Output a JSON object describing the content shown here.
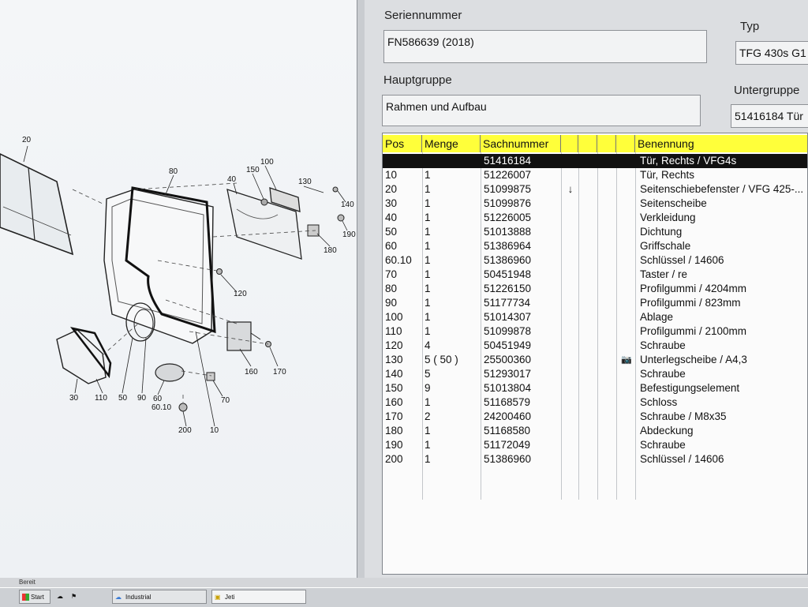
{
  "header": {
    "serial_label": "Seriennummer",
    "serial_value": "FN586639  (2018)",
    "type_label": "Typ",
    "type_value": "TFG 430s G1",
    "main_group_label": "Hauptgruppe",
    "main_group_value": "Rahmen und Aufbau",
    "sub_group_label": "Untergruppe",
    "sub_group_value": "51416184  Tür"
  },
  "table": {
    "columns": [
      "Pos",
      "Menge",
      "Sachnummer",
      "",
      "",
      "",
      "",
      "Benennung"
    ],
    "rows": [
      {
        "pos": "",
        "menge": "",
        "sachnr": "51416184",
        "mark": "",
        "benennung": "Tür, Rechts / VFG4s",
        "selected": true
      },
      {
        "pos": "10",
        "menge": "1",
        "sachnr": "51226007",
        "mark": "",
        "benennung": "Tür, Rechts"
      },
      {
        "pos": "20",
        "menge": "1",
        "sachnr": "51099875",
        "mark": "↓",
        "benennung": "Seitenschiebefenster / VFG 425-..."
      },
      {
        "pos": "30",
        "menge": "1",
        "sachnr": "51099876",
        "mark": "",
        "benennung": "Seitenscheibe"
      },
      {
        "pos": "40",
        "menge": "1",
        "sachnr": "51226005",
        "mark": "",
        "benennung": "Verkleidung"
      },
      {
        "pos": "50",
        "menge": "1",
        "sachnr": "51013888",
        "mark": "",
        "benennung": "Dichtung"
      },
      {
        "pos": "60",
        "menge": "1",
        "sachnr": "51386964",
        "mark": "",
        "benennung": "Griffschale"
      },
      {
        "pos": "60.10",
        "menge": "1",
        "sachnr": "51386960",
        "mark": "",
        "benennung": "Schlüssel / 14606"
      },
      {
        "pos": "70",
        "menge": "1",
        "sachnr": "50451948",
        "mark": "",
        "benennung": "Taster / re"
      },
      {
        "pos": "80",
        "menge": "1",
        "sachnr": "51226150",
        "mark": "",
        "benennung": "Profilgummi / 4204mm"
      },
      {
        "pos": "90",
        "menge": "1",
        "sachnr": "51177734",
        "mark": "",
        "benennung": "Profilgummi / 823mm"
      },
      {
        "pos": "100",
        "menge": "1",
        "sachnr": "51014307",
        "mark": "",
        "benennung": "Ablage"
      },
      {
        "pos": "110",
        "menge": "1",
        "sachnr": "51099878",
        "mark": "",
        "benennung": "Profilgummi / 2100mm"
      },
      {
        "pos": "120",
        "menge": "4",
        "sachnr": "50451949",
        "mark": "",
        "benennung": "Schraube"
      },
      {
        "pos": "130",
        "menge": "5   ( 50 )",
        "sachnr": "25500360",
        "mark": "",
        "camera": true,
        "benennung": "Unterlegscheibe / A4,3"
      },
      {
        "pos": "140",
        "menge": "5",
        "sachnr": "51293017",
        "mark": "",
        "benennung": "Schraube"
      },
      {
        "pos": "150",
        "menge": "9",
        "sachnr": "51013804",
        "mark": "",
        "benennung": "Befestigungselement"
      },
      {
        "pos": "160",
        "menge": "1",
        "sachnr": "51168579",
        "mark": "",
        "benennung": "Schloss"
      },
      {
        "pos": "170",
        "menge": "2",
        "sachnr": "24200460",
        "mark": "",
        "benennung": "Schraube / M8x35"
      },
      {
        "pos": "180",
        "menge": "1",
        "sachnr": "51168580",
        "mark": "",
        "benennung": "Abdeckung"
      },
      {
        "pos": "190",
        "menge": "1",
        "sachnr": "51172049",
        "mark": "",
        "benennung": "Schraube"
      },
      {
        "pos": "200",
        "menge": "1",
        "sachnr": "51386960",
        "mark": "",
        "benennung": "Schlüssel / 14606"
      }
    ]
  },
  "diagram": {
    "callouts": [
      "20",
      "80",
      "100",
      "150",
      "130",
      "40",
      "140",
      "190",
      "180",
      "120",
      "160",
      "170",
      "30",
      "110",
      "50",
      "90",
      "60",
      "60.10",
      "70",
      "200",
      "10"
    ]
  },
  "status": {
    "text": "Bereit"
  },
  "taskbar": {
    "start": "Start",
    "industrial": "Industrial",
    "jeti": "Jeti"
  },
  "colors": {
    "header_yellow": "#ffff3a",
    "selected_row": "#111111"
  }
}
